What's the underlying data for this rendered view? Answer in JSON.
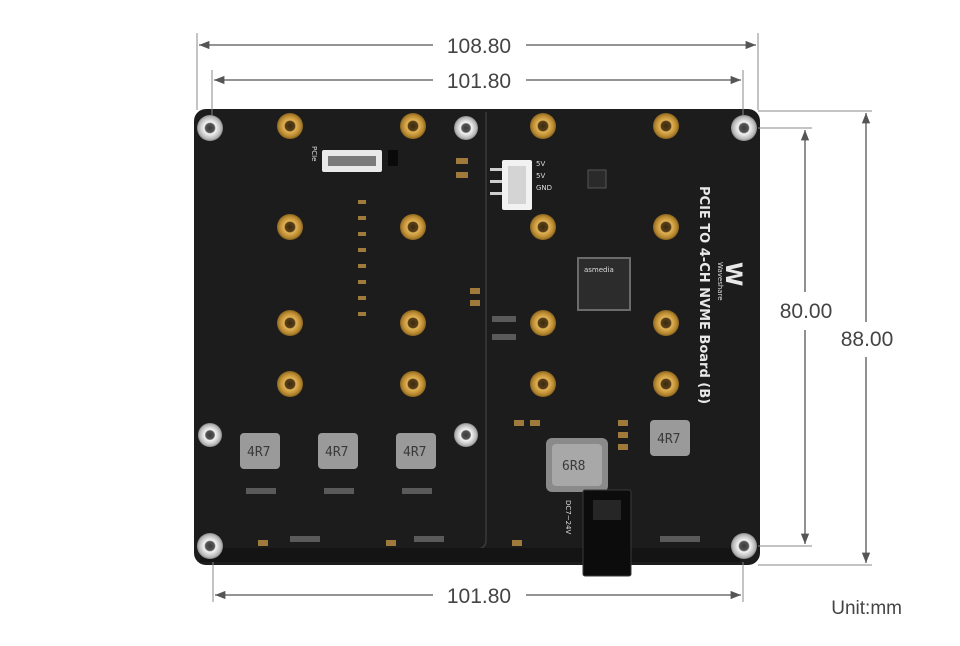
{
  "dimensions": {
    "top_outer_width": "108.80",
    "top_inner_width": "101.80",
    "bottom_width": "101.80",
    "right_inner_height": "80.00",
    "right_outer_height": "88.00",
    "unit": "Unit:mm"
  },
  "board": {
    "title": "PCIE TO 4-CH NVME Board (B)",
    "brand": "Waveshare",
    "pcie_label": "PCIe",
    "power_labels": [
      "5V",
      "5V",
      "GND"
    ],
    "dc_label": "DC7~24V",
    "main_inductor": "6R8",
    "small_inductors": [
      "4R7",
      "4R7",
      "4R7",
      "4R7"
    ],
    "chip_label": "asmedia"
  },
  "colors": {
    "pcb": "#1c1c1c",
    "dim_line": "#555555",
    "gold": "#c99a3a",
    "silver": "#bdbdbd"
  }
}
